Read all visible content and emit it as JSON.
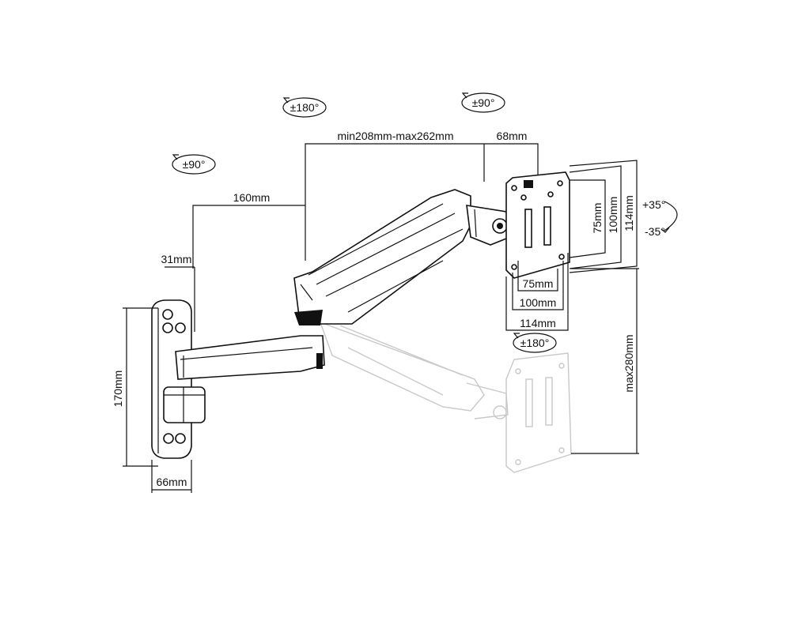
{
  "rotations": {
    "arm_swivel": "±90°",
    "arm_rotation": "±180°",
    "head_swivel": "±90°",
    "screen_rotation": "±180°",
    "tilt_up": "+35°",
    "tilt_down": "-35°"
  },
  "dimensions": {
    "arm_extension": "min208mm-max262mm",
    "head_depth": "68mm",
    "arm_length": "160mm",
    "plate_offset": "31mm",
    "plate_height": "170mm",
    "plate_width": "66mm",
    "vertical_travel": "max280mm",
    "vesa_75": "75mm",
    "vesa_100": "100mm",
    "vesa_114": "114mm"
  }
}
